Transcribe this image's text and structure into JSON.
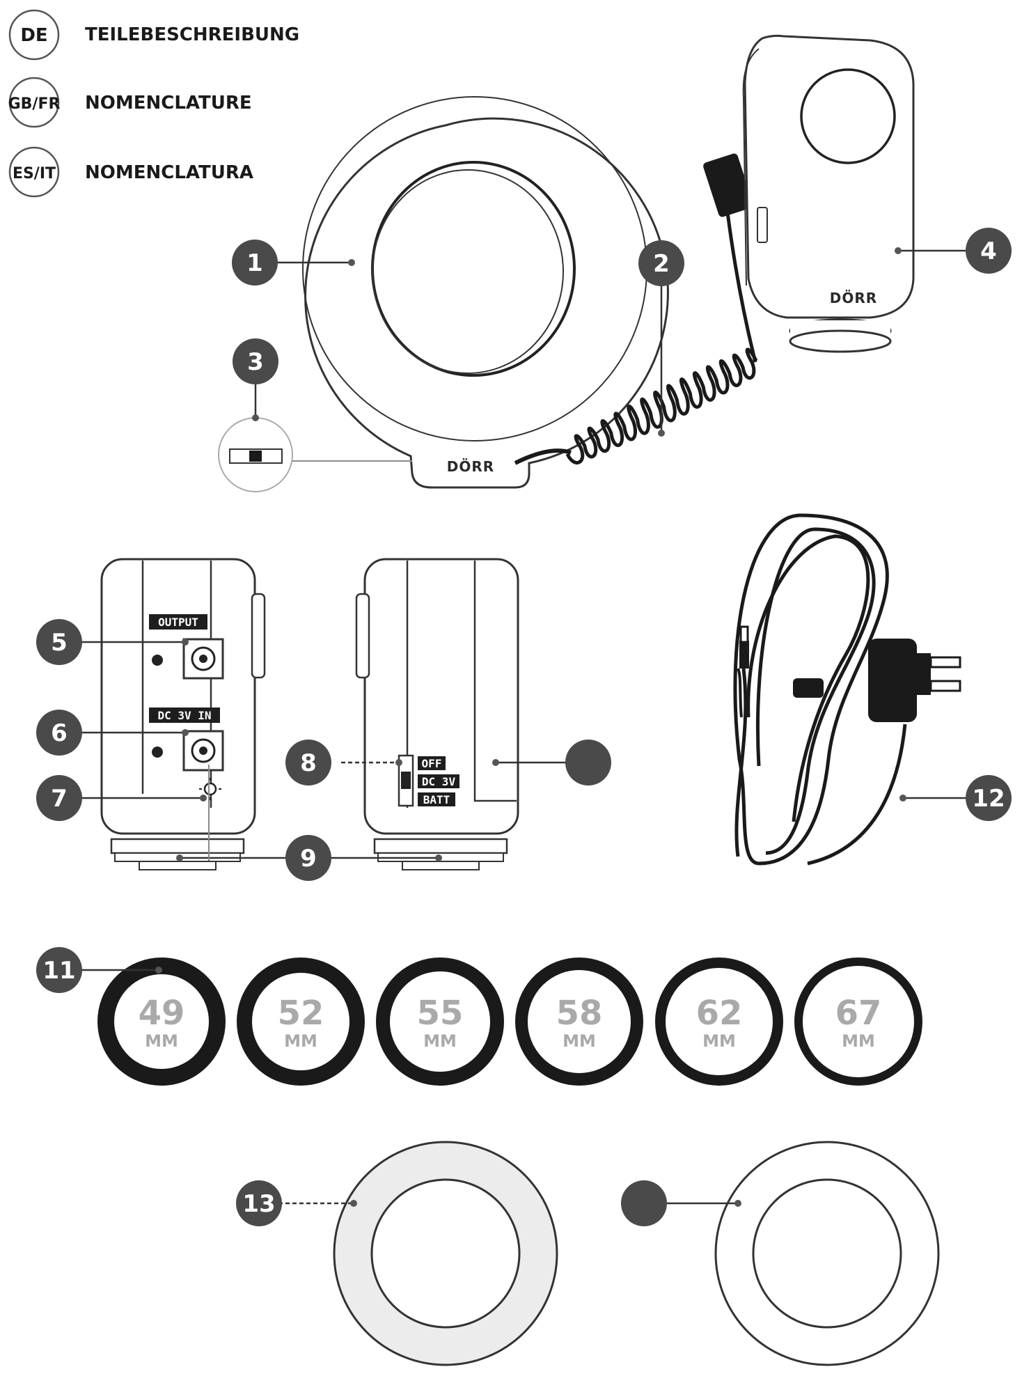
{
  "languages": [
    {
      "code": "DE",
      "title": "TEILEBESCHREIBUNG"
    },
    {
      "code": "GB/FR",
      "title": "NOMENCLATURE"
    },
    {
      "code": "ES/IT",
      "title": "NOMENCLATURA"
    }
  ],
  "callouts": {
    "c1": "1",
    "c2": "2",
    "c3": "3",
    "c4": "4",
    "c5": "5",
    "c6": "6",
    "c7": "7",
    "c8": "8",
    "c9": "9",
    "c11": "11",
    "c12": "12",
    "c13": "13"
  },
  "brand": "DÖRR",
  "labels": {
    "output": "OUTPUT",
    "dc_in": "DC 3V IN",
    "switch_off": "OFF",
    "switch_dc": "DC 3V",
    "switch_batt": "BATT"
  },
  "adapter_rings": [
    {
      "size": "49",
      "unit": "MM"
    },
    {
      "size": "52",
      "unit": "MM"
    },
    {
      "size": "55",
      "unit": "MM"
    },
    {
      "size": "58",
      "unit": "MM"
    },
    {
      "size": "62",
      "unit": "MM"
    },
    {
      "size": "67",
      "unit": "MM"
    }
  ],
  "colors": {
    "badge": "#4a4a4a",
    "line": "#333333",
    "ring_dark": "#1a1a1a",
    "diffuser_fill": "#ececec"
  }
}
